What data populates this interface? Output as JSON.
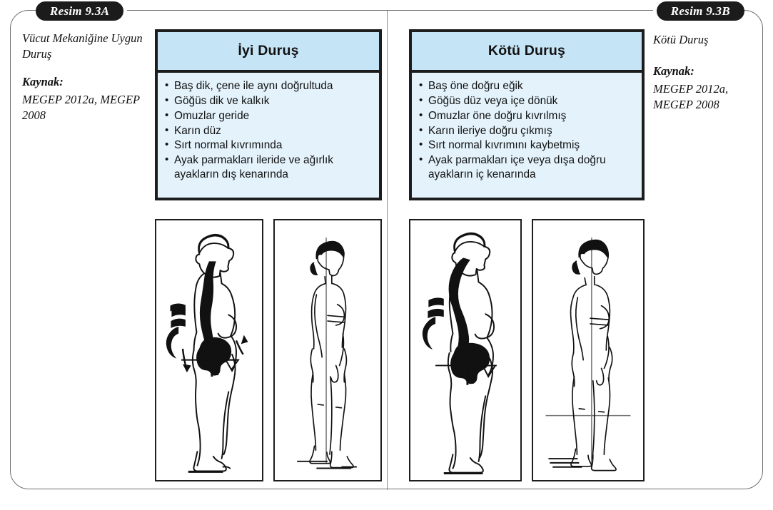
{
  "figure": {
    "tab_left": "Resim 9.3A",
    "tab_right": "Resim 9.3B"
  },
  "caption_left": {
    "title": "Vücut Mekaniğine Uygun Duruş",
    "source_label": "Kaynak:",
    "source_value": "MEGEP 2012a, MEGEP 2008"
  },
  "caption_right": {
    "title": "Kötü Duruş",
    "source_label": "Kaynak:",
    "source_value": "MEGEP 2012a, MEGEP 2008"
  },
  "panel_good": {
    "heading": "İyi Duruş",
    "items": [
      "Baş dik, çene ile  aynı doğrultuda",
      "Göğüs dik ve kalkık",
      "Omuzlar geride",
      "Karın düz",
      "Sırt normal kıvrımında",
      "Ayak parmakları ileride ve ağırlık ayakların dış kenarında"
    ]
  },
  "panel_bad": {
    "heading": "Kötü Duruş",
    "items": [
      "Baş öne doğru eğik",
      "Göğüs düz veya içe dönük",
      "Omuzlar öne doğru kıvrılmış",
      "Karın ileriye doğru çıkmış",
      "Sırt normal kıvrımını kaybetmiş",
      "Ayak parmakları içe veya dışa doğru ayakların iç kenarında"
    ]
  },
  "illustrations": {
    "good_spine": "good-posture-spine-pelvis-diagram",
    "good_body": "good-posture-standing-woman-plumbline",
    "bad_spine": "bad-posture-spine-pelvis-diagram",
    "bad_body": "bad-posture-standing-woman-plumbline"
  },
  "colors": {
    "header_blue": "#c5e4f5",
    "body_blue": "#e3f2fb",
    "border_black": "#1d1d1d",
    "tab_black": "#1b1b1b",
    "frame_gray": "#6f6f6f"
  }
}
